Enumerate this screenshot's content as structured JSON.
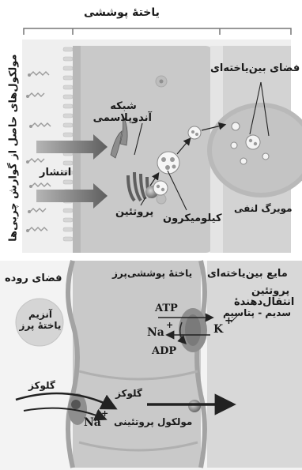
{
  "top": {
    "title": "یاختهٔ پوششی",
    "fats_molecules": "مولکول‌های حاصل از گوارش چربی‌ها",
    "interstitial_space": "فضای بین‌یاخته‌ای",
    "er": "شبکه آندوپلاسمی",
    "diffusion": "انتشار",
    "lymph_capillary": "مویرگ لنفی",
    "chylomicron": "کیلومیکرون",
    "protein": "پروتئین"
  },
  "bottom": {
    "intestine_space": "فضای روده",
    "epithelial_cell": "یاختهٔ پوششی‌پرز",
    "interstitial_fluid": "مایع بین‌یاخته‌ای",
    "pump_line1": "پروتئین",
    "pump_line2": "انتقال‌دهندهٔ",
    "pump_line3": "سدیم - پتاسیم",
    "enzyme": "آنزیم یاختهٔ پرز",
    "atp": "ATP",
    "adp": "ADP",
    "na1": "Na",
    "na2": "Na",
    "k": "K",
    "plus": "+",
    "glucose1": "گلوکز",
    "glucose2": "گلوکز",
    "protein_molecule": "مولکول پروتئینی"
  },
  "colors": {
    "cell": "#c9c9c9",
    "cell_dark": "#a9a9a9",
    "lymph": "#b9b9b9",
    "arrow": "#7a7a7a",
    "line": "#222222"
  }
}
